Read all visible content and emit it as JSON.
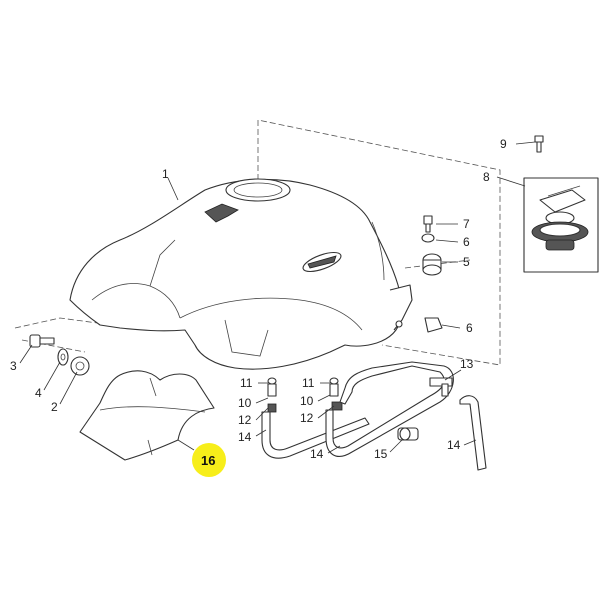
{
  "diagram": {
    "callouts": {
      "c1": "1",
      "c2": "2",
      "c3": "3",
      "c4": "4",
      "c5": "5",
      "c6a": "6",
      "c6b": "6",
      "c7": "7",
      "c8": "8",
      "c9": "9",
      "c10a": "10",
      "c10b": "10",
      "c11a": "11",
      "c11b": "11",
      "c12a": "12",
      "c12b": "12",
      "c13": "13",
      "c14a": "14",
      "c14b": "14",
      "c14c": "14",
      "c15": "15",
      "c16": "16"
    },
    "highlight_color": "#f7ee1a"
  }
}
